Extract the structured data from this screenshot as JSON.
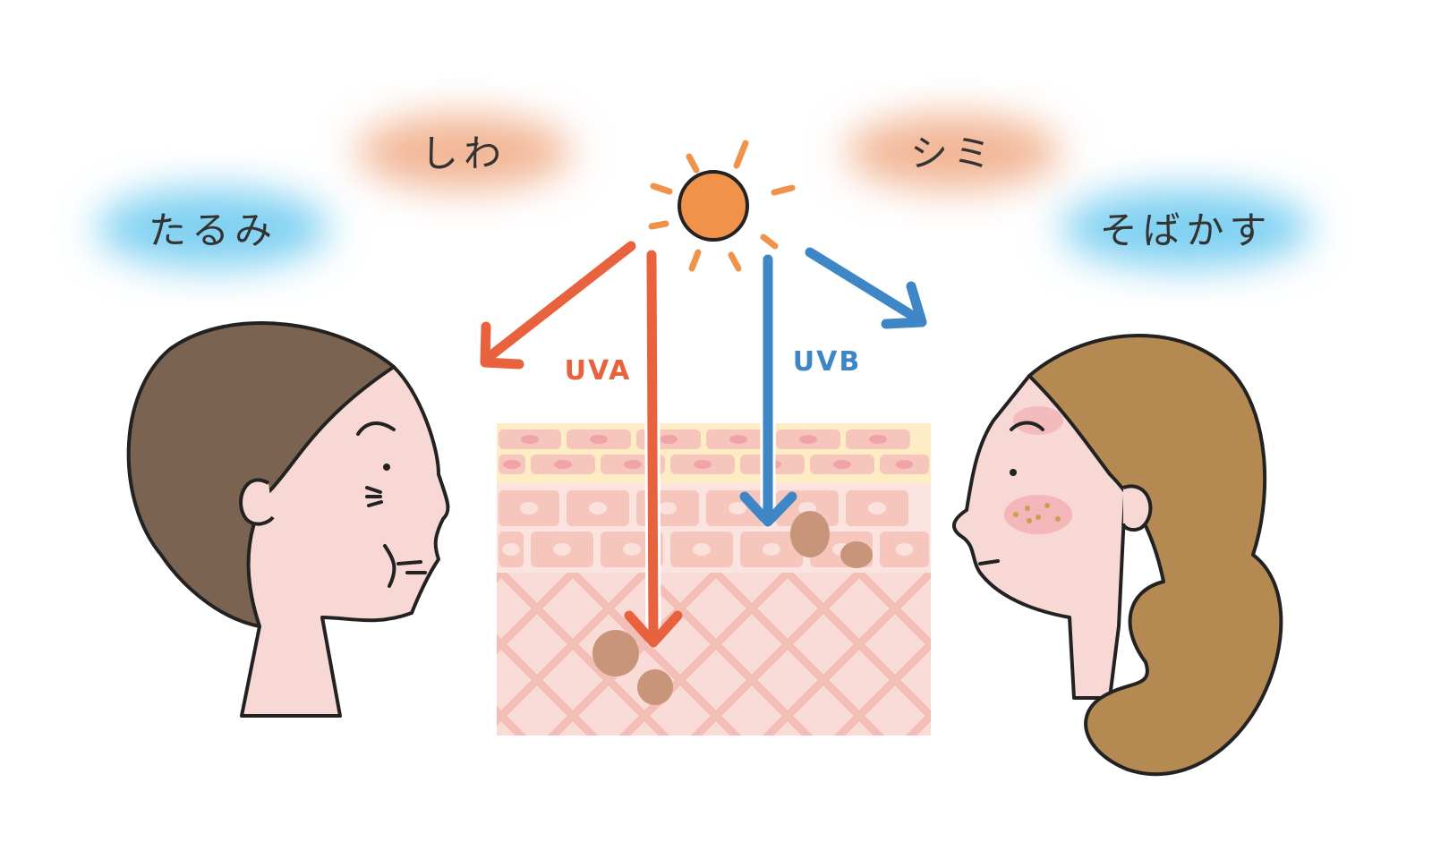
{
  "labels": {
    "tarumi": "たるみ",
    "shiwa": "しわ",
    "shimi": "シミ",
    "sobakasu": "そばかす"
  },
  "rays": {
    "uva": "UVA",
    "uvb": "UVB"
  },
  "colors": {
    "uva": "#e8623d",
    "uvb": "#3e86c6",
    "sun": "#f0924a",
    "glow_blue": "#7fd0f2",
    "glow_orange": "#f2b594",
    "skin": "#f8d8d5",
    "hair_left": "#7a6350",
    "hair_right": "#b48a52",
    "spot": "#c9957a"
  }
}
